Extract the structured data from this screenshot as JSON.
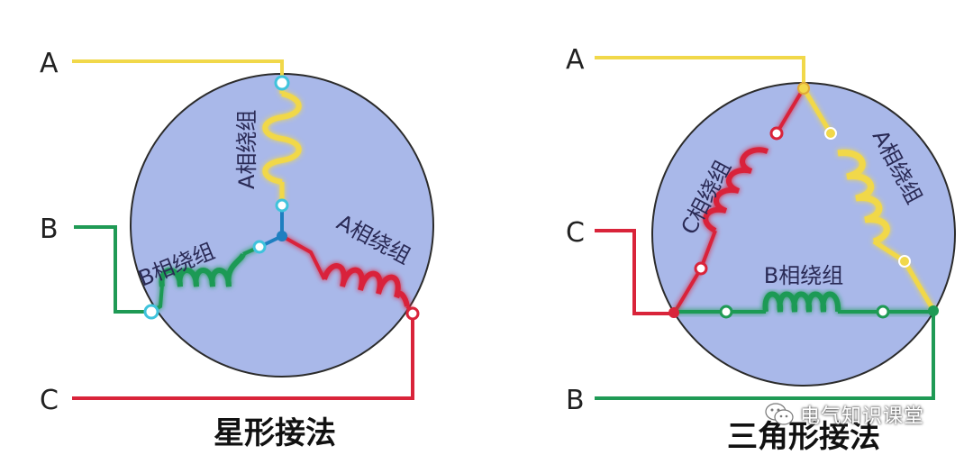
{
  "star": {
    "terminal_a": "A",
    "terminal_b": "B",
    "terminal_c": "C",
    "coil_a_vertical": "A相绕组",
    "coil_b": "B相绕组",
    "coil_a_right": "A相绕组",
    "caption": "星形接法"
  },
  "delta": {
    "terminal_a": "A",
    "terminal_c": "C",
    "terminal_b": "B",
    "coil_c": "C相绕组",
    "coil_a": "A相绕组",
    "coil_b": "B相绕组",
    "caption": "三角形接法"
  },
  "watermark": "电气知识课堂",
  "colors": {
    "disc": "#a9b8e9",
    "phase_a": "#f1d84a",
    "phase_b": "#1f9a55",
    "phase_c": "#d9243a",
    "terminal": "#3fc3dc"
  }
}
